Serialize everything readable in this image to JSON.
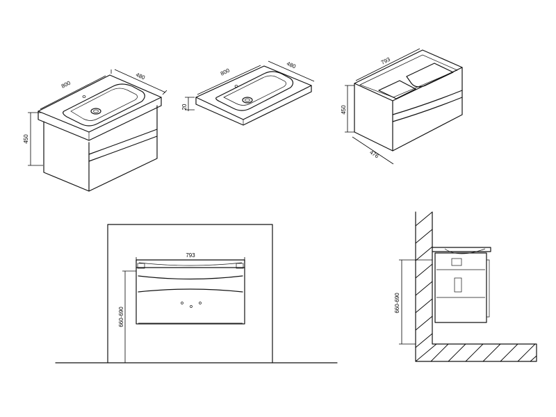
{
  "dimensions": {
    "view1_width": "800",
    "view1_depth": "480",
    "view1_height": "450",
    "view2_width": "800",
    "view2_depth": "480",
    "view2_thickness": "20",
    "view3_width": "793",
    "view3_depth": "476",
    "view3_height": "450",
    "front_width": "793",
    "front_height": "660-690",
    "side_height": "660-690"
  },
  "colors": {
    "line": "#111111",
    "background": "#ffffff"
  }
}
